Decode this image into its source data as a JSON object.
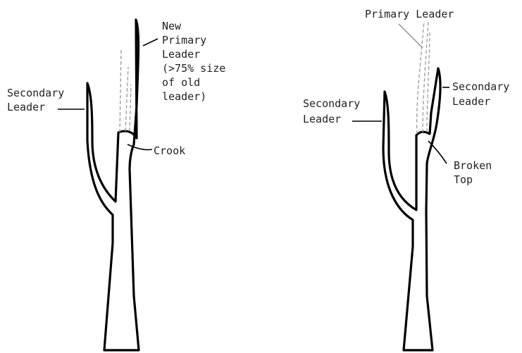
{
  "left_tree": {
    "labels": {
      "new_leader": [
        "New",
        "Primary",
        "Leader",
        "(>75% size",
        "of old",
        "leader)"
      ],
      "secondary_leader": [
        "Secondary",
        "Leader"
      ],
      "crook": [
        "Crook"
      ]
    }
  },
  "right_tree": {
    "labels": {
      "primary_leader": [
        "Primary Leader"
      ],
      "secondary_leader_left": [
        "Secondary",
        "Leader"
      ],
      "secondary_leader_right": [
        "Secondary",
        "Leader"
      ],
      "broken_top": [
        "Broken",
        "Top"
      ]
    }
  }
}
